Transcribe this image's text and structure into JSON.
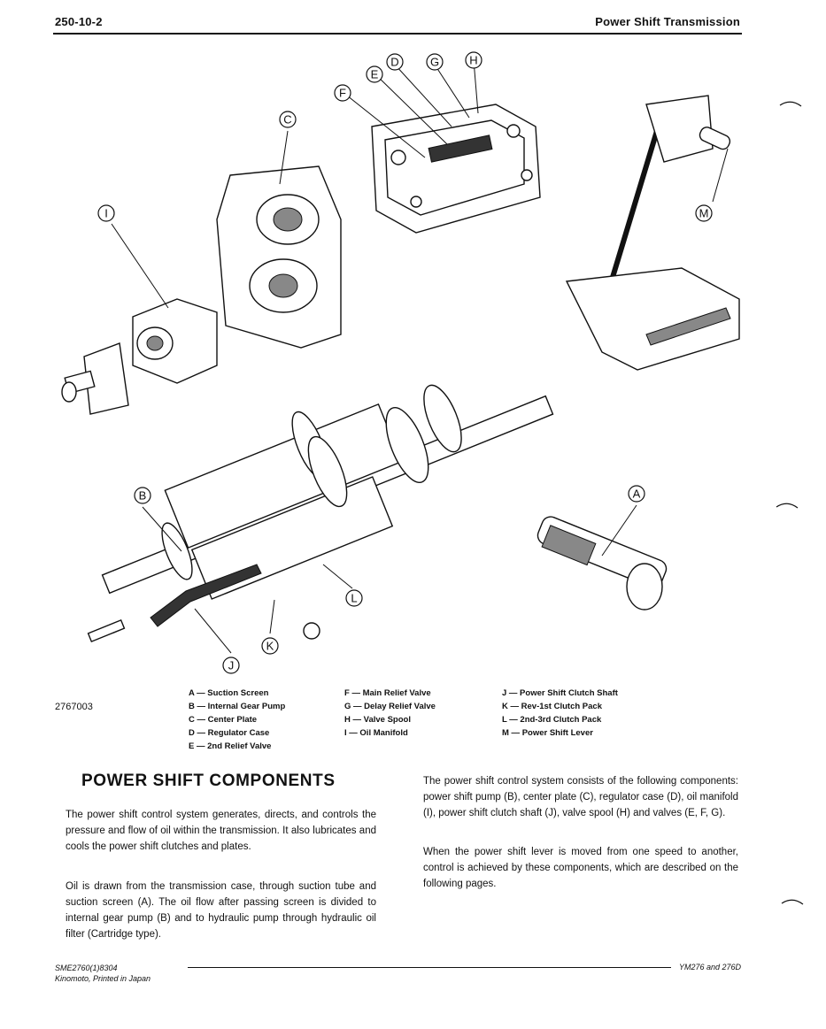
{
  "header": {
    "page_number": "250-10-2",
    "title": "Power Shift Transmission"
  },
  "figure": {
    "number": "2767003",
    "callouts": [
      "A",
      "B",
      "C",
      "D",
      "E",
      "F",
      "G",
      "H",
      "I",
      "J",
      "K",
      "L",
      "M"
    ],
    "legend": [
      [
        "A — Suction Screen",
        "B — Internal Gear Pump",
        "C — Center Plate",
        "D — Regulator Case",
        "E — 2nd Relief Valve"
      ],
      [
        "F — Main Relief Valve",
        "G — Delay Relief Valve",
        "H — Valve Spool",
        "I — Oil Manifold"
      ],
      [
        "J — Power Shift Clutch Shaft",
        "K — Rev-1st Clutch Pack",
        "L — 2nd-3rd Clutch Pack",
        "M — Power Shift Lever"
      ]
    ]
  },
  "section": {
    "heading": "POWER SHIFT COMPONENTS",
    "paragraphs": [
      "The power shift control system generates, directs, and controls the pressure and flow of oil within the transmission. It also lubricates and cools the power shift clutches and plates.",
      "Oil is drawn from the transmission case, through suction tube and suction screen (A). The oil flow after passing screen is divided to internal gear pump (B) and to hydraulic pump through hydraulic oil filter (Cartridge type).",
      "The power shift control system consists of the following components: power shift pump (B), center plate (C), regulator case (D), oil manifold (I), power shift clutch shaft (J), valve spool (H) and valves (E, F, G).",
      "When the power shift lever is moved from one speed to another, control is achieved by these components, which are described on the following pages."
    ]
  },
  "footer": {
    "code": "SME2760(1)8304",
    "printer": "Kinomoto, Printed in Japan",
    "models": "YM276 and 276D"
  }
}
